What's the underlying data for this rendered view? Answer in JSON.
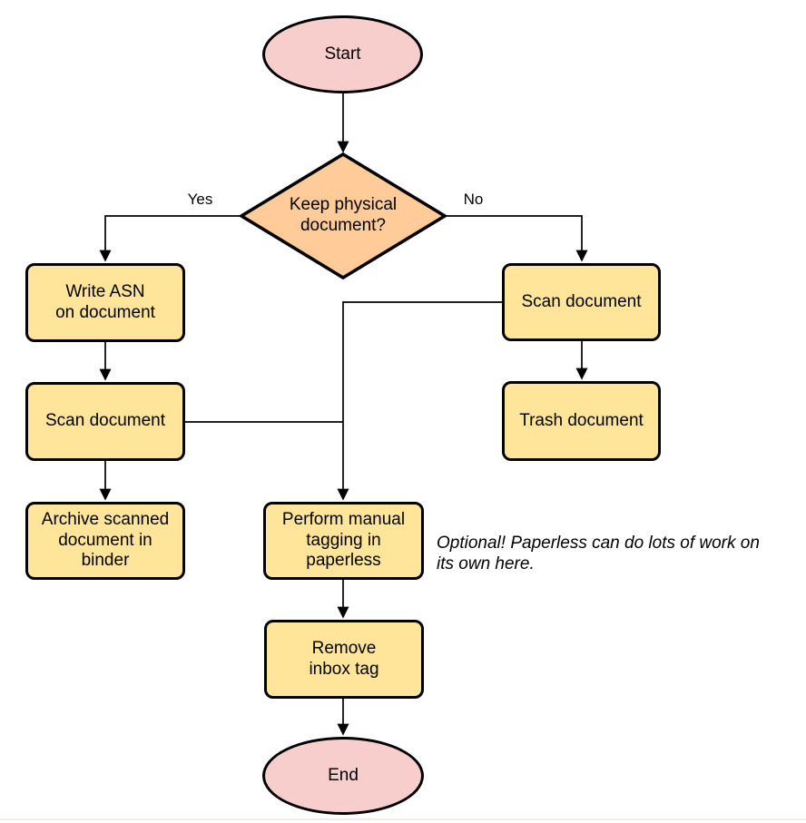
{
  "colors": {
    "terminal_fill": "#f8cecc",
    "decision_fill": "#ffcc99",
    "process_fill": "#ffe599",
    "stroke": "#000000"
  },
  "nodes": {
    "start": {
      "label": "Start"
    },
    "decision": {
      "lines": [
        "Keep physical",
        "document?"
      ]
    },
    "write_asn": {
      "lines": [
        "Write ASN",
        "on document"
      ]
    },
    "scan_left": {
      "label": "Scan document"
    },
    "archive": {
      "lines": [
        "Archive scanned",
        "document in",
        "binder"
      ]
    },
    "scan_right": {
      "label": "Scan document"
    },
    "trash": {
      "label": "Trash document"
    },
    "tagging": {
      "lines": [
        "Perform manual",
        "tagging in",
        "paperless"
      ]
    },
    "remove_inbox": {
      "lines": [
        "Remove",
        "inbox tag"
      ]
    },
    "end": {
      "label": "End"
    }
  },
  "edge_labels": {
    "yes": "Yes",
    "no": "No"
  },
  "annotation": {
    "lines": [
      "Optional! Paperless can do lots of work on",
      "its own here."
    ]
  }
}
